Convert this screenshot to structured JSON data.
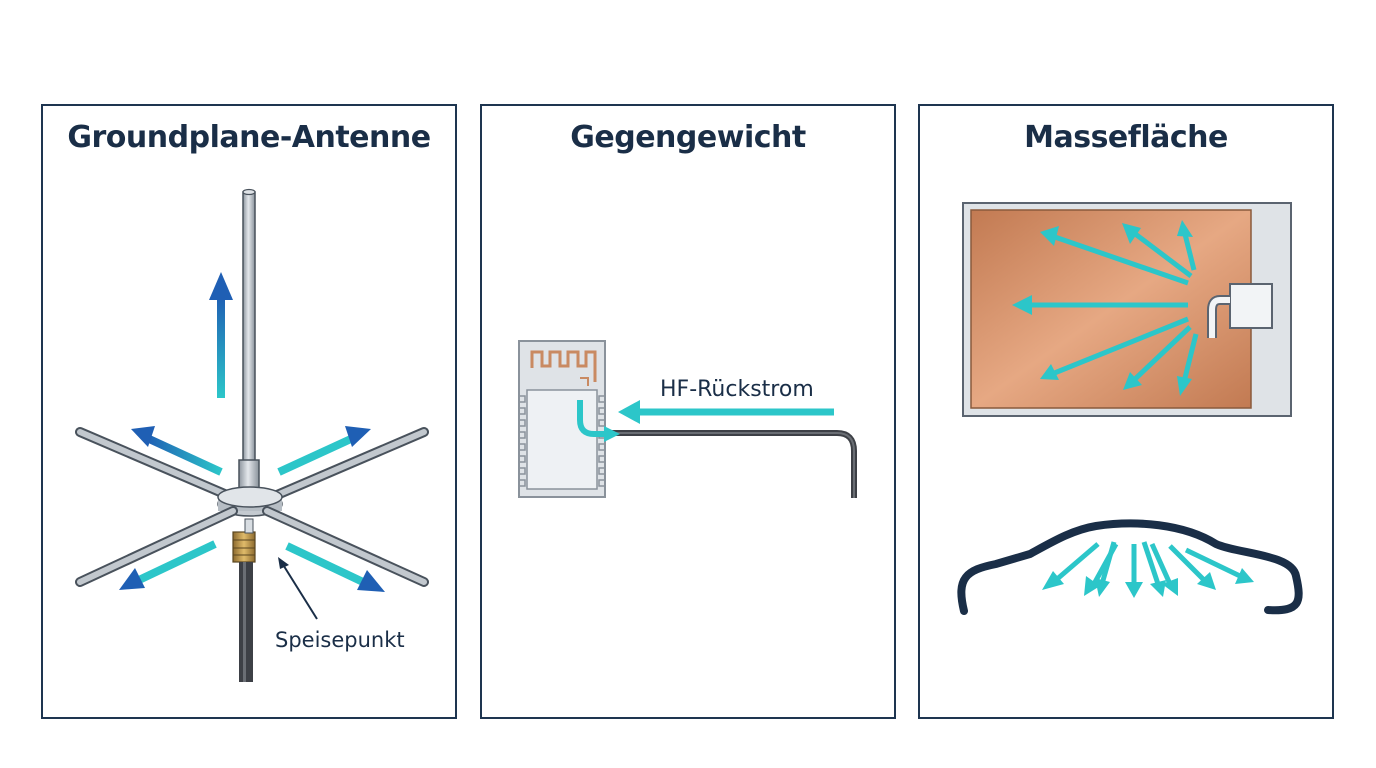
{
  "panels": [
    {
      "title": "Groundplane-Antenne",
      "feed_label": "Speisepunkt"
    },
    {
      "title": "Gegengewicht",
      "current_label": "HF-Rückstrom"
    },
    {
      "title": "Massefläche"
    }
  ],
  "colors": {
    "border": "#1e3550",
    "title": "#1a2e47",
    "arrow_blue": "#1f5fb4",
    "arrow_teal": "#2cc6c9",
    "copper": "#c98a62",
    "metal": "#b9c0c8"
  }
}
